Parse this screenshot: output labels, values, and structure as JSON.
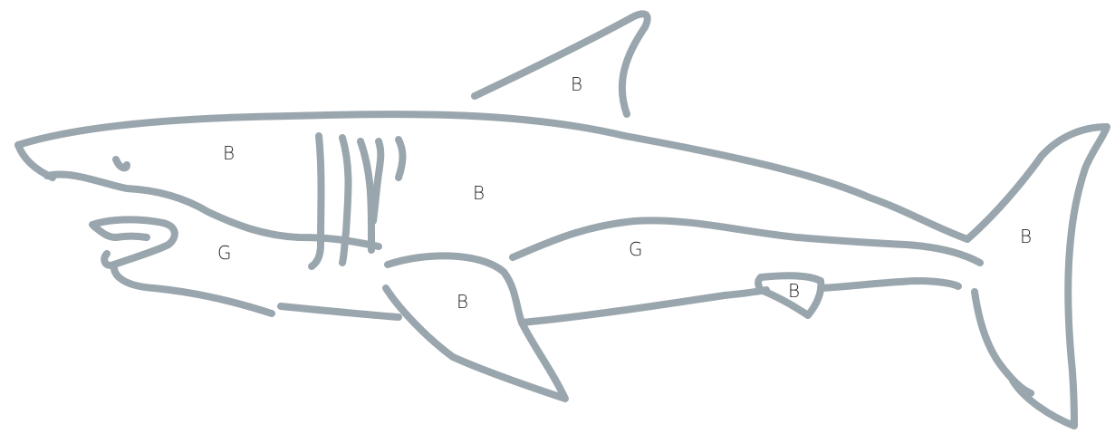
{
  "colors": {
    "outline": "#9aa6ad",
    "label": "#1f1f1f",
    "background": "#ffffff"
  },
  "labels": {
    "dorsal_fin": "B",
    "head_upper": "B",
    "body_upper": "B",
    "jaw_lower": "G",
    "belly": "G",
    "pectoral_fin": "B",
    "pelvic_fin": "B",
    "tail_fin": "B"
  }
}
